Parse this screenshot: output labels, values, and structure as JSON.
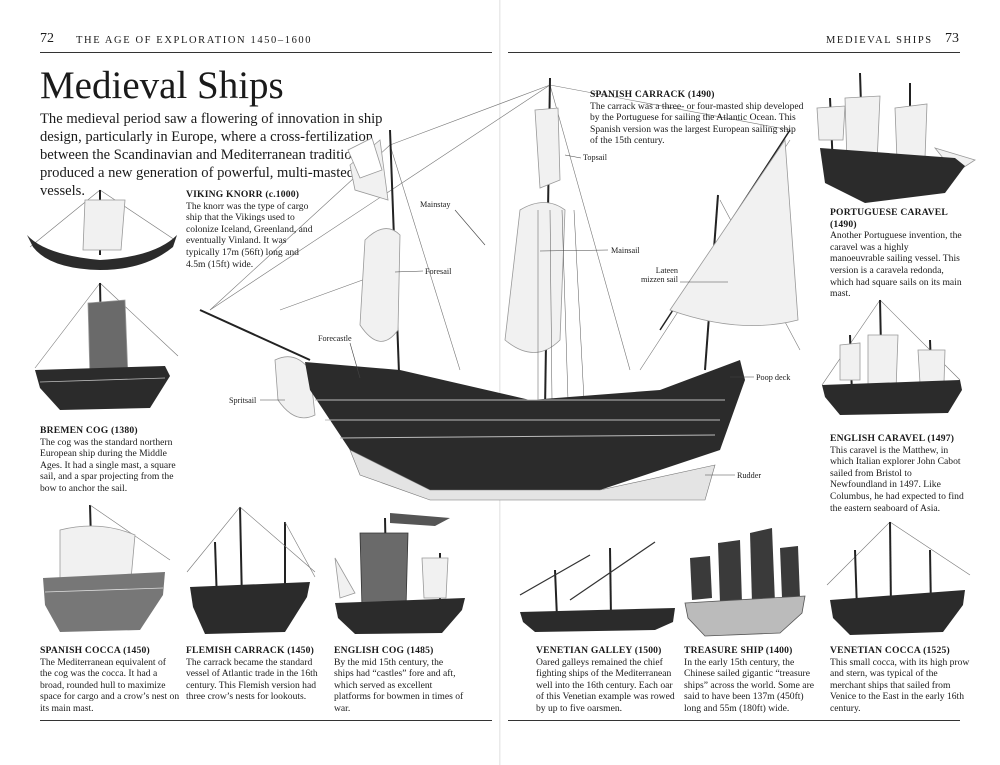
{
  "header": {
    "left_page_number": "72",
    "left_running_head": "THE AGE OF EXPLORATION 1450–1600",
    "right_running_head": "MEDIEVAL SHIPS",
    "right_page_number": "73"
  },
  "title": "Medieval Ships",
  "intro": "The medieval period saw a flowering of innovation in ship design, particularly in Europe, where a cross-fertilization between the Scandinavian and Mediterranean traditions produced a new generation of powerful, multi-masted vessels.",
  "main_ship": {
    "heading": "SPANISH CARRACK (1490)",
    "text": "The carrack was a three- or four-masted ship developed by the Portuguese for sailing the Atlantic Ocean. This Spanish version was the largest European sailing ship of the 15th century.",
    "labels": {
      "topsail": "Topsail",
      "mainstay": "Mainstay",
      "foresail": "Foresail",
      "mainsail": "Mainsail",
      "lateen": "Lateen mizzen sail",
      "forecastle": "Forecastle",
      "poop": "Poop deck",
      "spritsail": "Spritsail",
      "rudder": "Rudder"
    }
  },
  "ships": {
    "viking": {
      "heading": "VIKING KNORR (c.1000)",
      "text": "The knorr was the type of cargo ship that the Vikings used to colonize Iceland, Greenland, and eventually Vinland. It was typically 17m (56ft) long and 4.5m (15ft) wide."
    },
    "bremen": {
      "heading": "BREMEN COG (1380)",
      "text": "The cog was the standard northern European ship during the Middle Ages. It had a single mast, a square sail, and a spar projecting from the bow to anchor the sail."
    },
    "portuguese": {
      "heading": "PORTUGUESE CARAVEL (1490)",
      "text": "Another Portuguese invention, the caravel was a highly manoeuvrable sailing vessel. This version is a caravela redonda, which had square sails on its main mast."
    },
    "english_caravel": {
      "heading": "ENGLISH CARAVEL (1497)",
      "text": "This caravel is the Matthew, in which Italian explorer John Cabot sailed from Bristol to Newfoundland in 1497. Like Columbus, he had expected to find the eastern seaboard of Asia."
    },
    "spanish_cocca": {
      "heading": "SPANISH COCCA (1450)",
      "text": "The Mediterranean equivalent of the cog was the cocca. It had a broad, rounded hull to maximize space for cargo and a crow’s nest on its main mast."
    },
    "flemish": {
      "heading": "FLEMISH CARRACK (1450)",
      "text": "The carrack became the standard vessel of Atlantic trade in the 16th century. This Flemish version had three crow’s nests for lookouts."
    },
    "english_cog": {
      "heading": "ENGLISH COG (1485)",
      "text": "By the mid 15th century, the ships had “castles” fore and aft, which served as excellent platforms for bowmen in times of war."
    },
    "venetian_galley": {
      "heading": "VENETIAN GALLEY (1500)",
      "text": "Oared galleys remained the chief fighting ships of the Mediterranean well into the 16th century. Each oar of this Venetian example was rowed by up to five oarsmen."
    },
    "treasure": {
      "heading": "TREASURE SHIP (1400)",
      "text": "In the early 15th century, the Chinese sailed gigantic “treasure ships” across the world. Some are said to have been 137m (450ft) long and 55m (180ft) wide."
    },
    "venetian_cocca": {
      "heading": "VENETIAN COCCA (1525)",
      "text": "This small cocca, with its high prow and stern, was typical of the merchant ships that sailed from Venice to the East in the early 16th century."
    }
  }
}
